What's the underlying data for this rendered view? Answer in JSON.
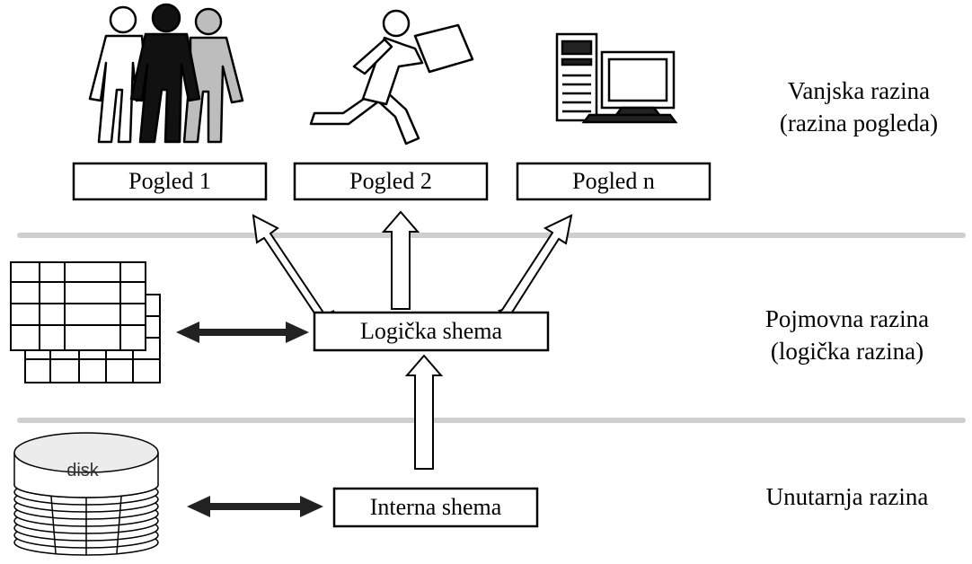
{
  "views": [
    {
      "label": "Pogled 1"
    },
    {
      "label": "Pogled 2"
    },
    {
      "label": "Pogled n"
    }
  ],
  "logical_schema": {
    "label": "Logička shema"
  },
  "internal_schema": {
    "label": "Interna shema"
  },
  "levels": {
    "external": {
      "line1": "Vanjska razina",
      "line2": "(razina pogleda)"
    },
    "conceptual": {
      "line1": "Pojmovna razina",
      "line2": "(logička razina)"
    },
    "internal": {
      "line1": "Unutarnja razina"
    }
  },
  "disk_label": "disk",
  "icons": [
    "people-group-icon",
    "running-person-icon",
    "computer-icon",
    "tables-icon",
    "disk-stack-icon"
  ],
  "colors": {
    "separator": "#cfcfcf",
    "stroke": "#000000",
    "person_grey": "#bdbdbd"
  }
}
